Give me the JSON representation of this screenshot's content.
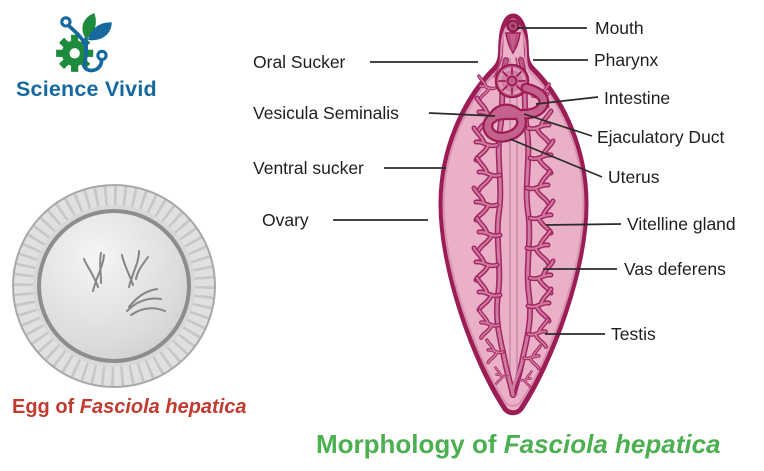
{
  "logo": {
    "brand": "Science Vivid"
  },
  "egg_figure": {
    "caption_prefix": "Egg of ",
    "species": "Fasciola hepatica"
  },
  "title": {
    "prefix": "Morphology of ",
    "species": "Fasciola hepatica"
  },
  "diagram": {
    "organism": "Fasciola hepatica",
    "labels_left": [
      {
        "id": "oral-sucker",
        "text": "Oral Sucker"
      },
      {
        "id": "vesicula-seminalis",
        "text": "Vesicula Seminalis"
      },
      {
        "id": "ventral-sucker",
        "text": "Ventral sucker"
      },
      {
        "id": "ovary",
        "text": "Ovary"
      }
    ],
    "labels_right": [
      {
        "id": "mouth",
        "text": "Mouth"
      },
      {
        "id": "pharynx",
        "text": "Pharynx"
      },
      {
        "id": "intestine",
        "text": "Intestine"
      },
      {
        "id": "ejaculatory-duct",
        "text": "Ejaculatory Duct"
      },
      {
        "id": "uterus",
        "text": "Uterus"
      },
      {
        "id": "vitelline-gland",
        "text": "Vitelline gland"
      },
      {
        "id": "vas-deferens",
        "text": "Vas deferens"
      },
      {
        "id": "testis",
        "text": "Testis"
      }
    ],
    "colors": {
      "body_fill": "#e9b0c7",
      "body_outline": "#9c1d56",
      "branches": "#cf7ba0",
      "leader_line": "#2b2b2b",
      "title_green": "#4caf50",
      "caption_red": "#c23b31",
      "brand_blue": "#15699e",
      "logo_green": "#1d8a3c"
    }
  }
}
